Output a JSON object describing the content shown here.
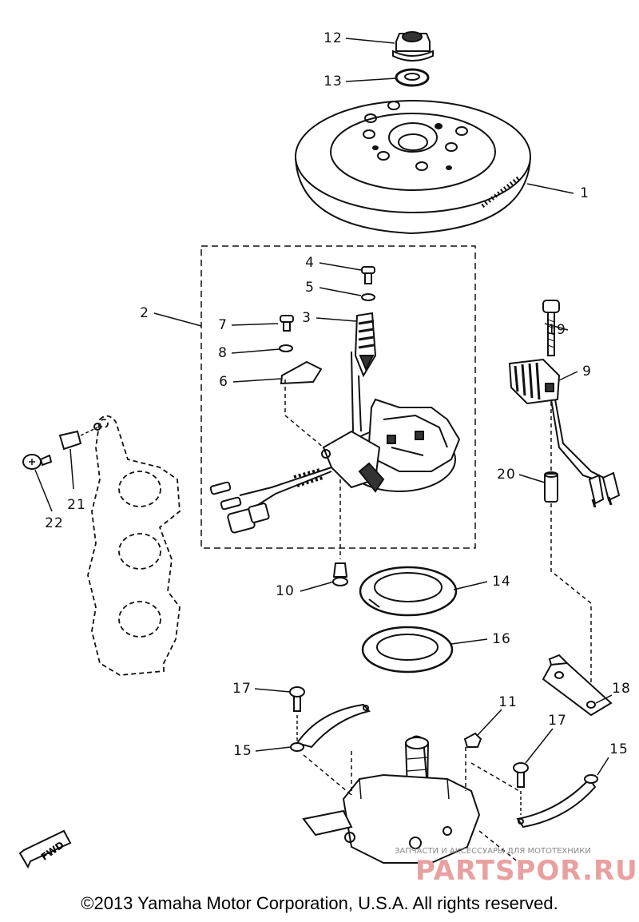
{
  "callouts": [
    "1",
    "2",
    "3",
    "4",
    "5",
    "6",
    "7",
    "8",
    "9",
    "10",
    "11",
    "12",
    "13",
    "14",
    "15",
    "15",
    "16",
    "17",
    "17",
    "18",
    "19",
    "20",
    "21",
    "22"
  ],
  "fwd_label": "FWD",
  "watermark_caption": "ЗАПЧАСТИ И АКСЕССУАРЫ ДЛЯ МОТОТЕХНИКИ",
  "watermark_logo": "PARTSPOR.RU",
  "copyright": "©2013 Yamaha Motor Corporation, U.S.A. All rights reserved."
}
